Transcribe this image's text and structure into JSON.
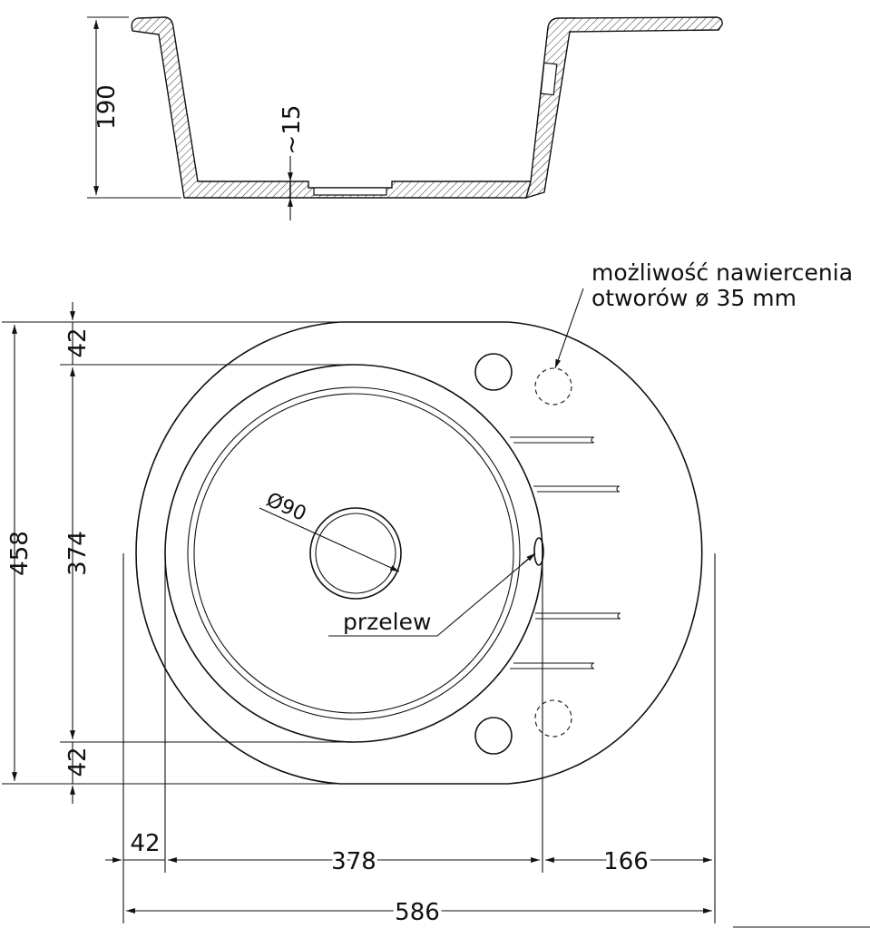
{
  "section_view": {
    "height_label": "190",
    "wall_label": "~15"
  },
  "plan_view": {
    "drain_label": "Ø90",
    "overflow_label": "przelew",
    "tap_hole_note": [
      "możliwość nawiercenia",
      "otworów ø 35 mm"
    ]
  },
  "dimensions": {
    "total_height": "458",
    "bowl_height": "374",
    "top_margin": "42",
    "bottom_margin": "42",
    "left_margin": "42",
    "bowl_width": "378",
    "drainer_width": "166",
    "total_width": "586"
  }
}
